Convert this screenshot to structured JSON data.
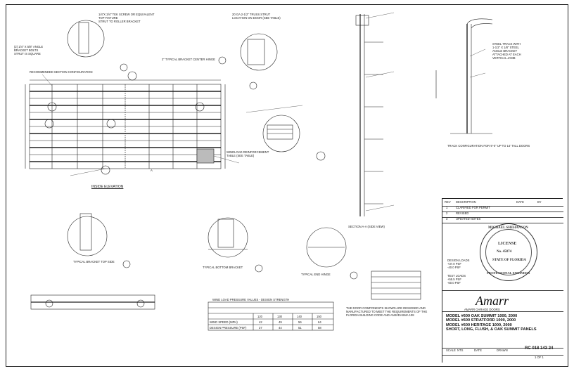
{
  "views": {
    "inside_elevation": "INSIDE ELEVATION",
    "section_aa": "SECTION A-A (SIDE VIEW)",
    "typical_bracket_top": "TYPICAL BRACKET TOP SIDE",
    "typical_bottom_bracket": "TYPICAL BOTTOM BRACKET",
    "typical_end_hinge": "TYPICAL END HINGE",
    "track_config": "TRACK CONFIGURATION FOR 9'-0\" UP TO 14' TALL DOORS",
    "detail_label_a": "A"
  },
  "notes": {
    "top_left_1": "1/4\"x 3/4\" TEK SCREW OR EQUIVALENT\nTOP FIXTURE\nSTRUT TO ROLLER BRACKET",
    "top_left_2": "(2) 1/4\" x 5/8\" ANGLE\nBRACKET BOLTS\nSTRUT IS SQUARE",
    "top_mid": "2\" TYPICAL BRACKET CENTER HINGE",
    "strut_note": "20 GA 2-1/2\" TRUSS STRUT\nLOCATION ON DOOR (SEE TABLE)",
    "section_note": "RECOMMENDED SECTION CONFIGURATION",
    "windload": "WINDLOAD REINFORCEMENT\nTABLE (SEE TABLE)",
    "bottom_table_title": "WIND LOAD PRESSURE VALUES - DESIGN STRENGTH",
    "wind_speed_label": "WIND SPEED (MPH)",
    "design_pressure_label": "DESIGN PRESSURE (PSF)",
    "spec_notes": "THE DOOR COMPONENTS SHOWN ARE DESIGNED AND\nMANUFACTURED TO MEET THE REQUIREMENTS OF THE\nFLORIDA BUILDING CODE AND ANSI/DASMA 108",
    "right_note": "STEEL TRACK WITH\n1-1/2\" x 1/8\" STEEL\nANGLE BRACKET\nATTACHED AT EACH\nVERTICAL JAMB"
  },
  "title_block": {
    "header_cols": [
      "REV",
      "DESCRIPTION",
      "DATE",
      "BY"
    ],
    "revisions": [
      [
        "1",
        "CLARIFIED FOR PERMIT",
        "",
        ""
      ],
      [
        "2",
        "REVISED",
        "",
        ""
      ],
      [
        "3",
        "UPDATED NOTES",
        "",
        ""
      ]
    ],
    "design_loads": "DESIGN LOADS\n+37.0 PSF\n-40.0 PSF",
    "test_loads": "TEST LOADS\n+55.5 PSF\n-60.0 PSF",
    "brand": "Amarr",
    "company": "AMARR GARAGE DOORS",
    "model_lines": "MODEL #600 OAK SUMMIT 1000, 2000\nMODEL #600 STRATFORD 1000, 2000\nMODEL #600 HERITAGE 1000, 2000\nShort, Long, Flush, & Oak Summit Panels",
    "drawing_number": "RC 018 143 24",
    "sheet": "1 OF 1",
    "scale_label": "SCALE",
    "scale": "NTS",
    "date_label": "DATE",
    "drawn_label": "DRAWN",
    "seal_words": "LICENSE",
    "seal_name": "MICHAEL SHEHANSON",
    "seal_state": "STATE OF FLORIDA",
    "seal_prof": "PROFESSIONAL ENGINEER",
    "seal_no": "No. 45874"
  },
  "wind_table": {
    "columns": [
      "120",
      "130",
      "140",
      "150"
    ],
    "rows": [
      [
        "42",
        "49",
        "56",
        "64"
      ],
      [
        "37",
        "44",
        "51",
        "58"
      ]
    ]
  }
}
